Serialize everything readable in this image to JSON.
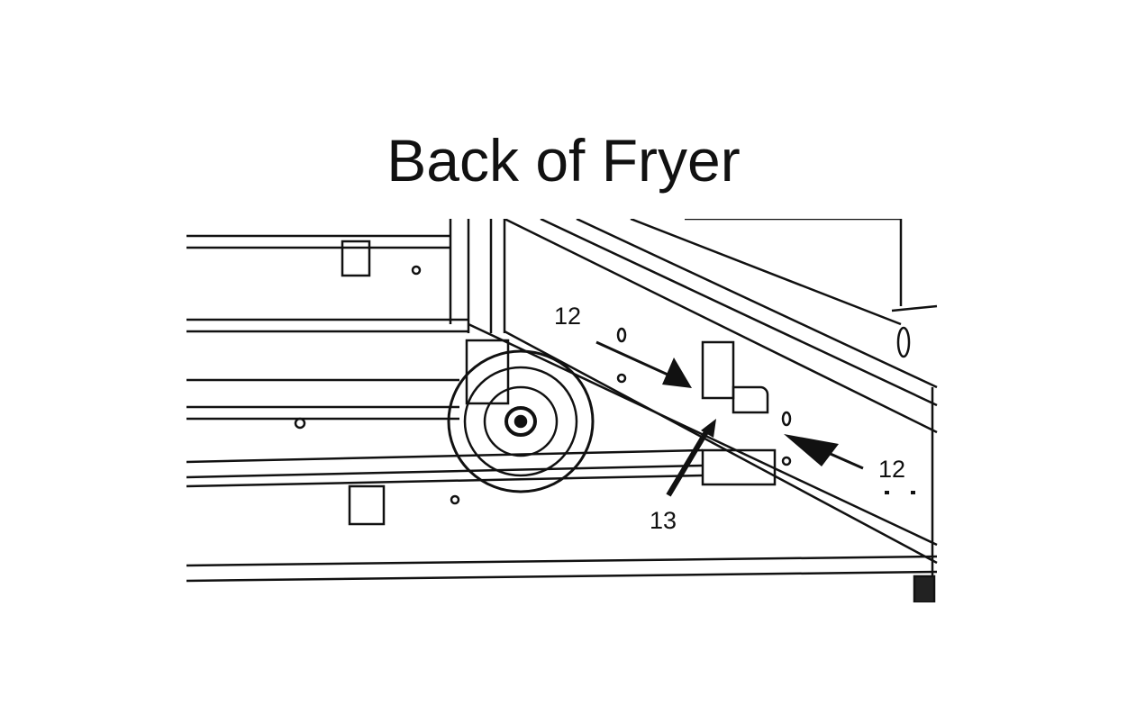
{
  "title": "Back of Fryer",
  "callouts": {
    "upper_left": "12",
    "lower_right": "12",
    "bracket": "13"
  }
}
